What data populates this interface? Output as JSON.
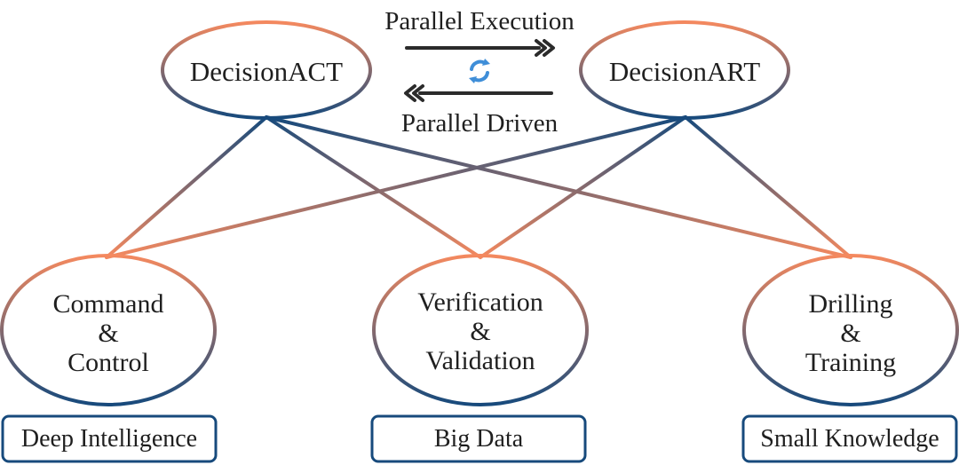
{
  "colors": {
    "orange": "#f4895f",
    "navy": "#174a7c",
    "arrow": "#2b2b2b",
    "cycle": "#3f8ed8",
    "text": "#1f1f1f"
  },
  "top_nodes": {
    "act": "DecisionACT",
    "art": "DecisionART"
  },
  "middle": {
    "parallel_execution": "Parallel Execution",
    "parallel_driven": "Parallel Driven",
    "cycle_icon": "cycle-arrows-icon"
  },
  "bottom_nodes": {
    "command": [
      "Command",
      "&",
      "Control"
    ],
    "verification": [
      "Verification",
      "&",
      "Validation"
    ],
    "drilling": [
      "Drilling",
      "&",
      "Training"
    ]
  },
  "boxes": {
    "left": "Deep Intelligence",
    "center": "Big Data",
    "right": "Small Knowledge"
  }
}
